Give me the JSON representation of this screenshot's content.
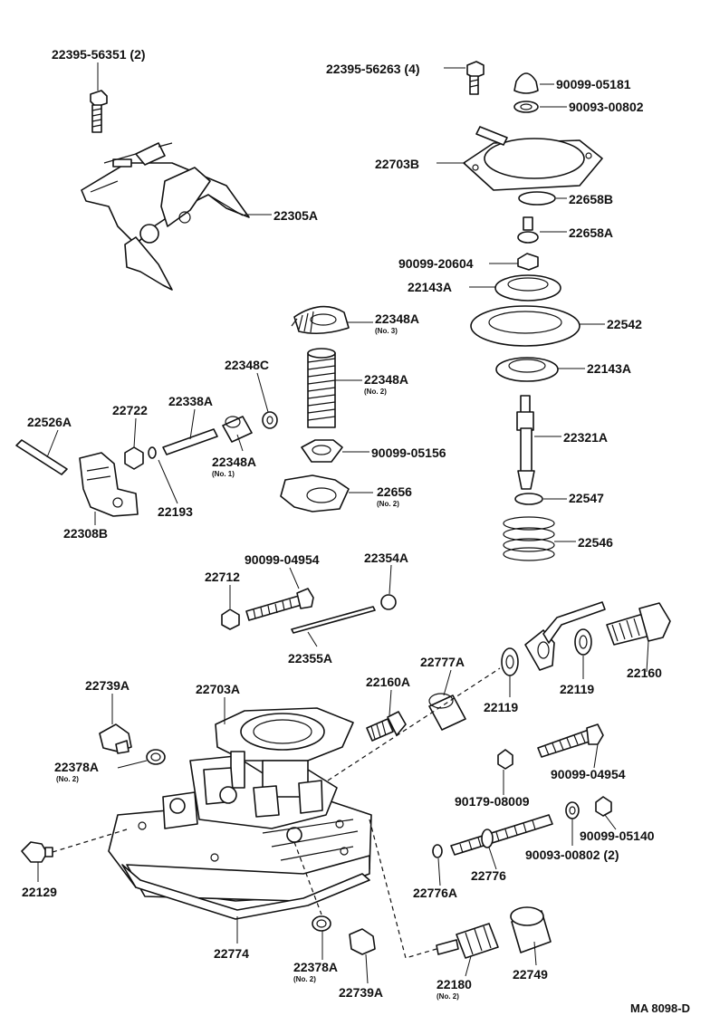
{
  "diagram": {
    "footer_code": "MA 8098-D",
    "labels": {
      "p22395_56351": "22395-56351 (2)",
      "p22395_56263": "22395-56263 (4)",
      "p90099_05181": "90099-05181",
      "p90093_00802": "90093-00802",
      "p22703B": "22703B",
      "p22658B": "22658B",
      "p22658A": "22658A",
      "p22305A": "22305A",
      "p90099_20604": "90099-20604",
      "p22143A_top": "22143A",
      "p22542": "22542",
      "p22143A_bottom": "22143A",
      "p22348A_no3": "22348A",
      "p22348C": "22348C",
      "p22348A_no2": "22348A",
      "p22526A": "22526A",
      "p22722": "22722",
      "p22338A": "22338A",
      "p22348A_no1": "22348A",
      "p90099_05156": "90099-05156",
      "p22321A": "22321A",
      "p22193": "22193",
      "p22308B": "22308B",
      "p22656": "22656",
      "p22547": "22547",
      "p22546": "22546",
      "p90099_04954_top": "90099-04954",
      "p22354A": "22354A",
      "p22712": "22712",
      "p22355A": "22355A",
      "p22777A": "22777A",
      "p22160_right": "22160",
      "p22739A_top": "22739A",
      "p22703A": "22703A",
      "p22160A": "22160A",
      "p22119_a": "22119",
      "p22119_b": "22119",
      "p22378A_top": "22378A",
      "p90099_04954_bottom": "90099-04954",
      "p90179_08009": "90179-08009",
      "p90099_05140": "90099-05140",
      "p90093_00802_b": "90093-00802 (2)",
      "p22129": "22129",
      "p22776": "22776",
      "p22776A": "22776A",
      "p22774": "22774",
      "p22378A_bottom": "22378A",
      "p22739A_bottom": "22739A",
      "p22180": "22180",
      "p22749": "22749"
    },
    "sublabels": {
      "no3": "(No. 3)",
      "no2_a": "(No. 2)",
      "no1": "(No. 1)",
      "no2_b": "(No. 2)",
      "no2_c": "(No. 2)",
      "no2_d": "(No. 2)",
      "no2_e": "(No. 2)"
    }
  }
}
